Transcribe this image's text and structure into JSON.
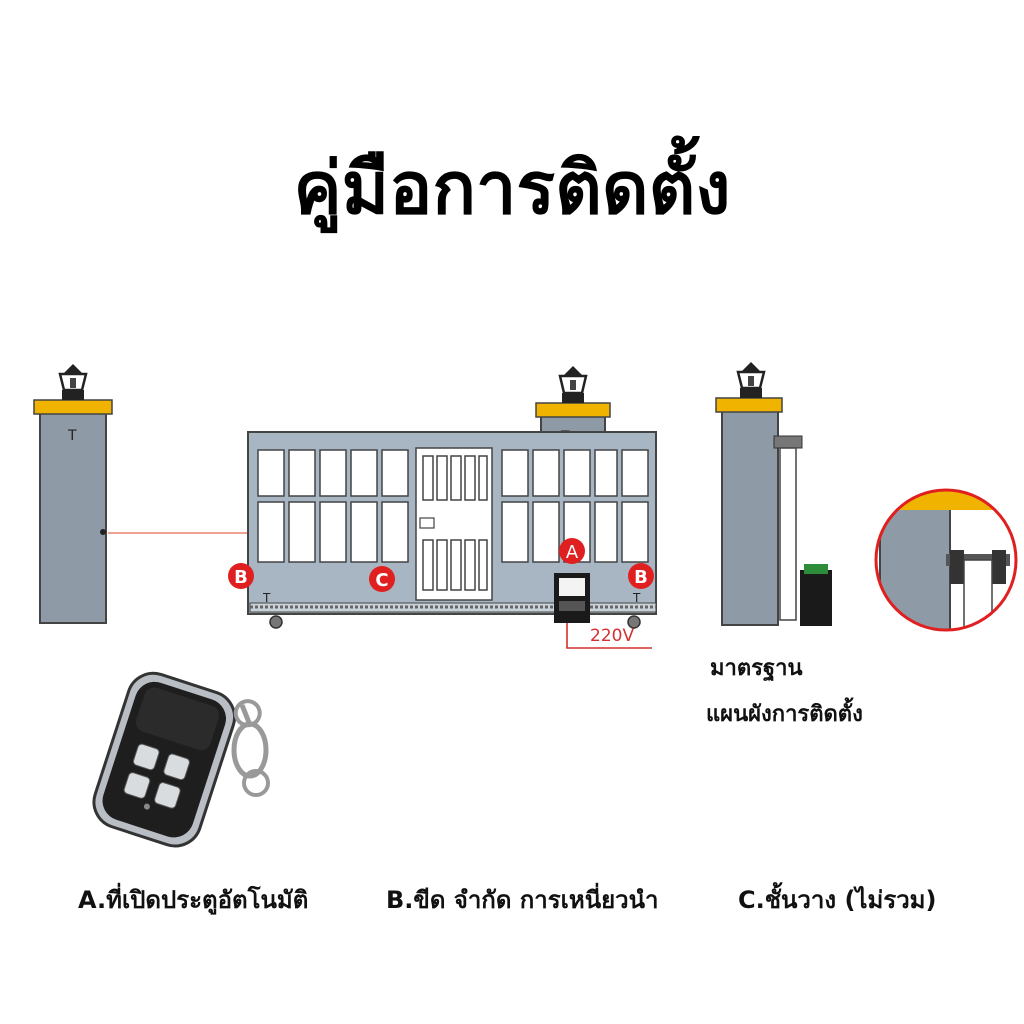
{
  "title": "คู่มือการติดตั้ง",
  "markers": {
    "a": "A",
    "b": "B",
    "c": "C"
  },
  "power_label": "220V",
  "standard_caption": {
    "line1": "มาตรฐาน",
    "line2": "แผนผังการติดตั้ง"
  },
  "legend": [
    "A.ที่เปิดประตูอัตโนมัติ",
    "B.ขีด จำกัด การเหนี่ยวนำ",
    "C.ชั้นวาง (ไม่รวม)"
  ],
  "colors": {
    "pillar": "#8e9ba6",
    "cap": "#f0b400",
    "gate": "#a7b6c2",
    "marker": "#e02020",
    "beam": "#e05030",
    "motor": "#1a1a1a",
    "power_line": "#d43030"
  }
}
